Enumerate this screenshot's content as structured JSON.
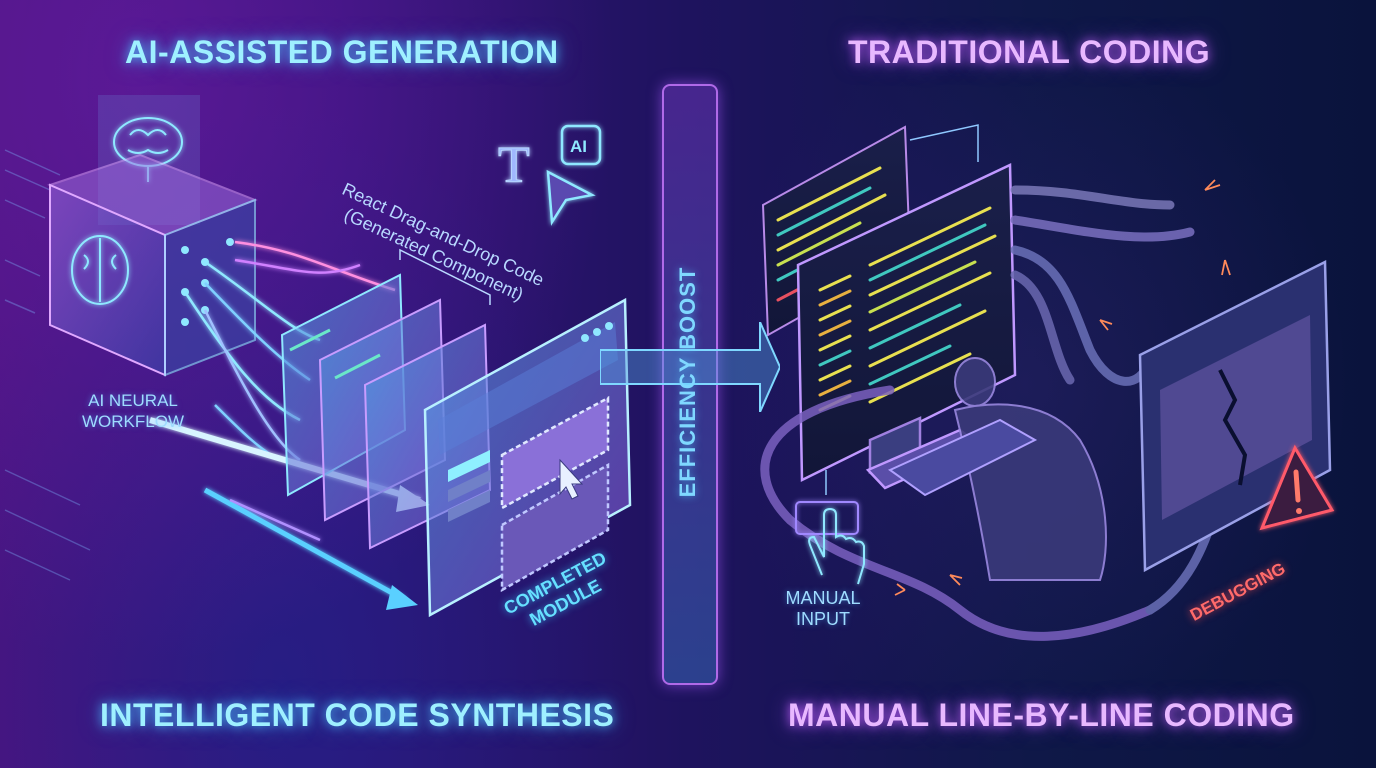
{
  "left_panel": {
    "title": "AI-ASSISTED GENERATION",
    "footer": "INTELLIGENT CODE SYNTHESIS",
    "neural_label_line1": "AI NEURAL",
    "neural_label_line2": "WORKFLOW",
    "react_label_line1": "React Drag-and-Drop Code",
    "react_label_line2": "(Generated Component)",
    "completed_label_line1": "COMPLETED",
    "completed_label_line2": "MODULE",
    "ai_chip_text": "AI",
    "text_tool_glyph": "T",
    "accent_color": "#9ff0ff"
  },
  "divider": {
    "label": "EFFICIENCY BOOST",
    "color": "#b06ae8"
  },
  "right_panel": {
    "title": "TRADITIONAL CODING",
    "footer": "MANUAL LINE-BY-LINE CODING",
    "manual_label_line1": "MANUAL",
    "manual_label_line2": "INPUT",
    "debug_label": "DEBUGGING",
    "warning_glyph": "!",
    "accent_color": "#e8b8ff",
    "alert_color": "#ff6a6a"
  }
}
